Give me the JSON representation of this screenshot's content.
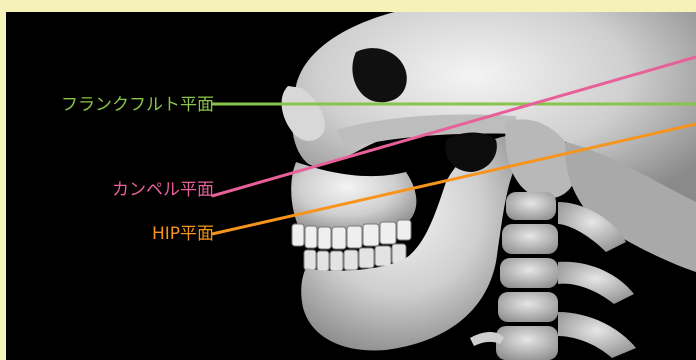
{
  "planes": {
    "frankfort": {
      "label": "フランクフルト平面",
      "color": "#8bc34a"
    },
    "camper": {
      "label": "カンペル平面",
      "color": "#e8609a"
    },
    "hip": {
      "label": "HIP平面",
      "color": "#f7941d"
    }
  }
}
